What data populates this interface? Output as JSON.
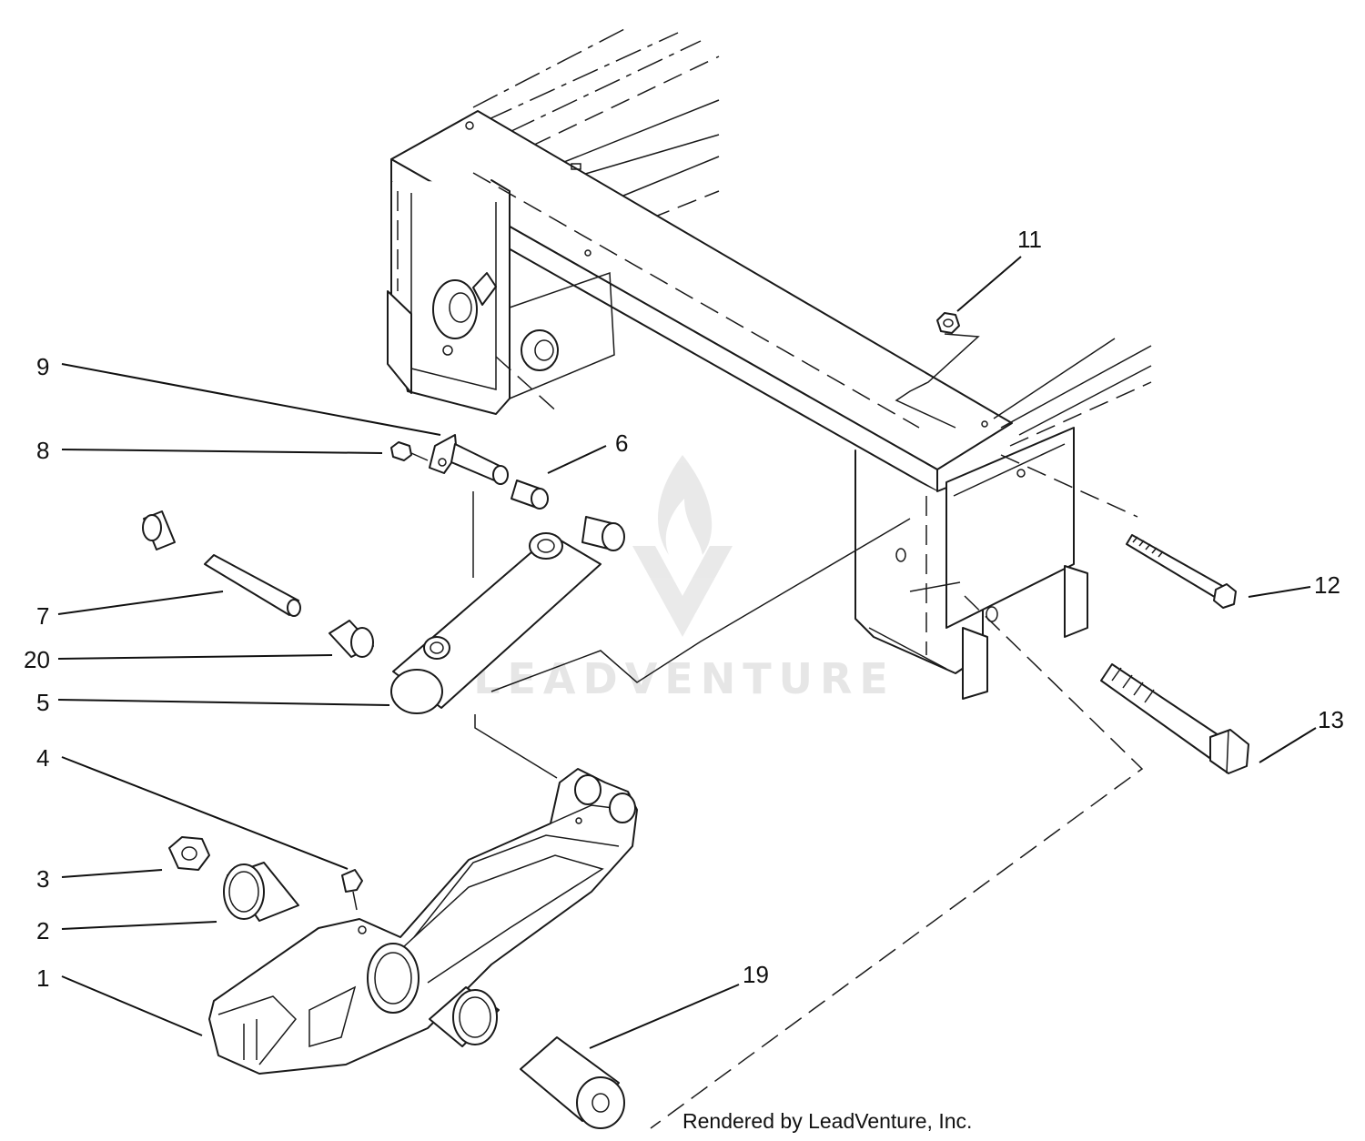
{
  "diagram": {
    "callouts": [
      "1",
      "2",
      "3",
      "4",
      "5",
      "6",
      "7",
      "8",
      "9",
      "11",
      "12",
      "13",
      "19",
      "20"
    ],
    "footer": "Rendered by LeadVenture, Inc.",
    "watermark": "LEADVENTURE",
    "colors": {
      "line": "#1a1a1a",
      "watermark": "#e6e6e6",
      "background": "#ffffff"
    }
  }
}
